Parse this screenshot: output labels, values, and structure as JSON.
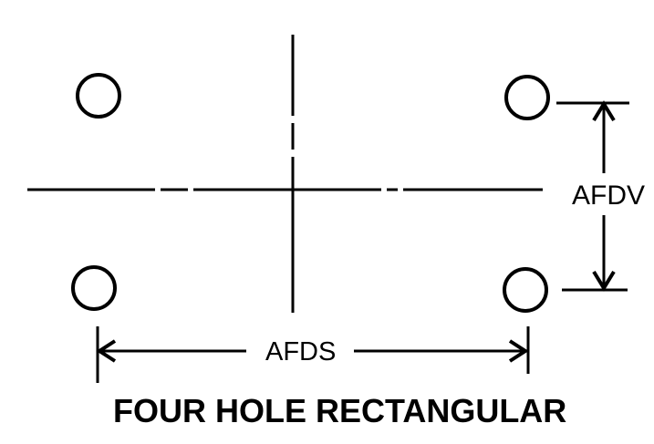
{
  "labels": {
    "vertical_spacing": "AFDV",
    "horizontal_spacing": "AFDS"
  },
  "title": "FOUR HOLE RECTANGULAR",
  "colors": {
    "ink": "#000000",
    "background": "#ffffff"
  }
}
